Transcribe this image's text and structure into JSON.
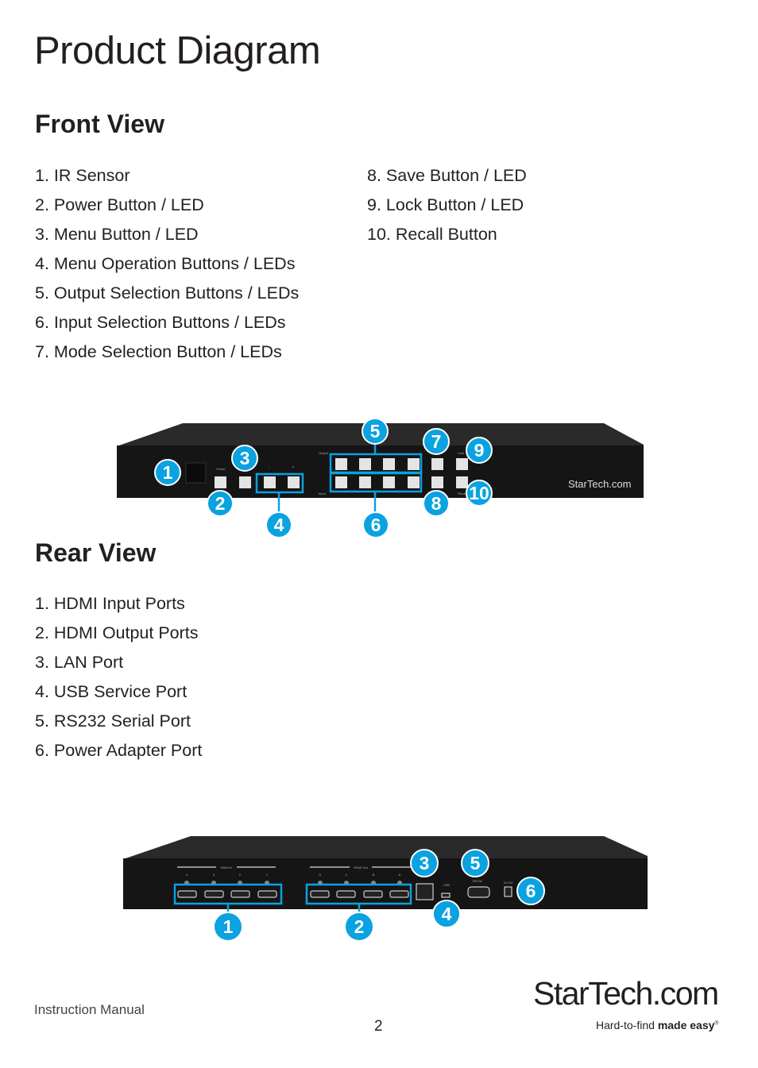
{
  "title": "Product Diagram",
  "front": {
    "heading": "Front View",
    "col1": [
      "1. IR Sensor",
      "2. Power Button / LED",
      "3. Menu Button / LED",
      "4. Menu Operation Buttons / LEDs",
      "5. Output Selection Buttons / LEDs",
      "6. Input Selection Buttons / LEDs",
      "7. Mode Selection Button / LEDs"
    ],
    "col2": [
      "8. Save Button / LED",
      "9. Lock Button / LED",
      "10. Recall Button"
    ],
    "device_labels": {
      "power": "Power",
      "output": "Output",
      "input": "Input",
      "lock": "Lock",
      "recall": "Recall",
      "minus": "-",
      "plus": "+",
      "logo": "StarTech.com"
    },
    "callouts": [
      "1",
      "2",
      "3",
      "4",
      "5",
      "6",
      "7",
      "8",
      "9",
      "10"
    ]
  },
  "rear": {
    "heading": "Rear View",
    "items": [
      "1.  HDMI Input Ports",
      "2.  HDMI Output Ports",
      "3.  LAN Port",
      "4.  USB Service Port",
      "5.  RS232 Serial Port",
      "6.  Power Adapter Port"
    ],
    "device_labels": {
      "hdmi_in": "HDMI In",
      "hdmi_out": "HDMI Out",
      "in_ports": [
        "4",
        "3",
        "2",
        "1"
      ],
      "out_ports": [
        "D",
        "C",
        "B",
        "A"
      ],
      "usb": "USB",
      "rs232": "RS232",
      "dc": "5V DC"
    },
    "callouts": [
      "1",
      "2",
      "3",
      "4",
      "5",
      "6"
    ]
  },
  "footer": {
    "manual": "Instruction Manual",
    "page": "2",
    "logo": "StarTech.com",
    "tagline_pre": "Hard-to-find ",
    "tagline_bold": "made easy",
    "reg": "®"
  },
  "colors": {
    "accent": "#0aa2e0",
    "device": "#1a1a1a"
  }
}
